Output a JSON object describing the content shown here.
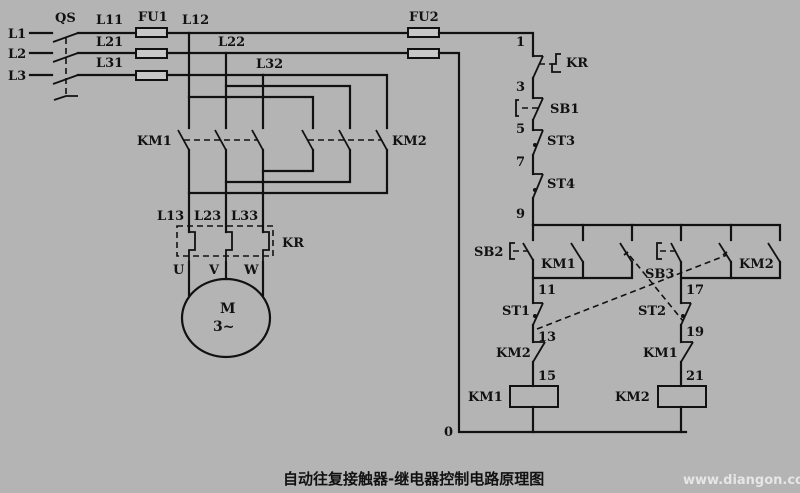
{
  "diagram": {
    "title": "自动往复接触器-继电器控制电路原理图",
    "watermark": "www.diangon.com",
    "colors": {
      "background": "#b4b4b4",
      "line": "#111111",
      "watermark": "#e6e6e6"
    },
    "power_circuit": {
      "supply_lines": [
        "L1",
        "L2",
        "L3"
      ],
      "main_switch": "QS",
      "fuse": "FU1",
      "line_labels_after_switch": [
        "L11",
        "L21",
        "L31"
      ],
      "line_labels_after_fuse": [
        "L12",
        "L22",
        "L32"
      ],
      "contactor_left": "KM1",
      "contactor_right": "KM2",
      "line_labels_after_contactors": [
        "L13",
        "L23",
        "L33"
      ],
      "thermal_relay": "KR",
      "motor_terminals": [
        "U",
        "V",
        "W"
      ],
      "motor_label": "M",
      "motor_type": "3~"
    },
    "control_circuit": {
      "fuse": "FU2",
      "thermal_contact": "KR",
      "stop_button": "SB1",
      "limit_switch_ST3": "ST3",
      "limit_switch_ST4": "ST4",
      "forward_button": "SB2",
      "forward_hold_contact": "KM1",
      "reverse_button": "SB3",
      "reverse_hold_contact": "KM2",
      "limit_switch_ST1": "ST1",
      "limit_switch_ST2": "ST2",
      "interlock_left": "KM2",
      "interlock_right": "KM1",
      "coil_left": "KM1",
      "coil_right": "KM2",
      "nodes": {
        "n1": "1",
        "n3": "3",
        "n5": "5",
        "n7": "7",
        "n9": "9",
        "n11": "11",
        "n13": "13",
        "n15": "15",
        "n17": "17",
        "n19": "19",
        "n21": "21",
        "n0": "0"
      }
    }
  }
}
